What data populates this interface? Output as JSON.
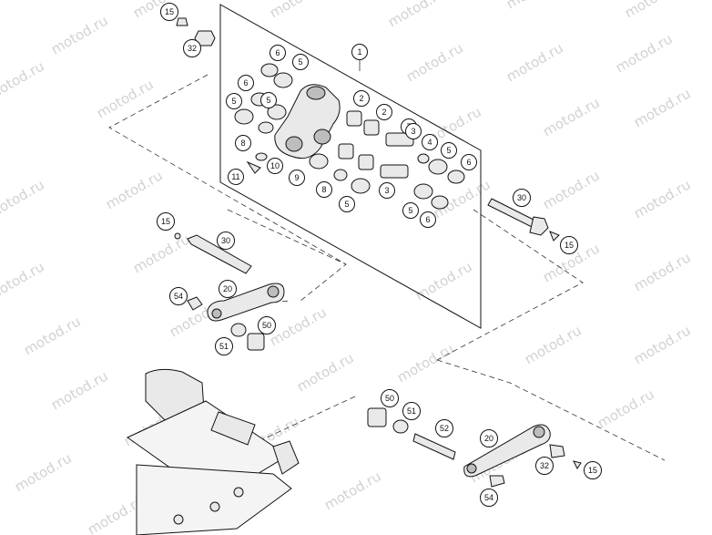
{
  "watermark": {
    "text": "motod.ru"
  },
  "callouts": [
    {
      "label": "15"
    },
    {
      "label": "32"
    },
    {
      "label": "15"
    },
    {
      "label": "30"
    },
    {
      "label": "54"
    },
    {
      "label": "20"
    },
    {
      "label": "51"
    },
    {
      "label": "50"
    },
    {
      "label": "30"
    },
    {
      "label": "15"
    },
    {
      "label": "50"
    },
    {
      "label": "51"
    },
    {
      "label": "52"
    },
    {
      "label": "20"
    },
    {
      "label": "32"
    },
    {
      "label": "15"
    },
    {
      "label": "54"
    }
  ],
  "panel_labels": [
    {
      "label": "1"
    },
    {
      "label": "6"
    },
    {
      "label": "5"
    },
    {
      "label": "6"
    },
    {
      "label": "5"
    },
    {
      "label": "2"
    },
    {
      "label": "2"
    },
    {
      "label": "5"
    },
    {
      "label": "7"
    },
    {
      "label": "3"
    },
    {
      "label": "8"
    },
    {
      "label": "4"
    },
    {
      "label": "5"
    },
    {
      "label": "6"
    },
    {
      "label": "10"
    },
    {
      "label": "9"
    },
    {
      "label": "11"
    },
    {
      "label": "8"
    },
    {
      "label": "3"
    },
    {
      "label": "5"
    },
    {
      "label": "5"
    },
    {
      "label": "6"
    }
  ]
}
